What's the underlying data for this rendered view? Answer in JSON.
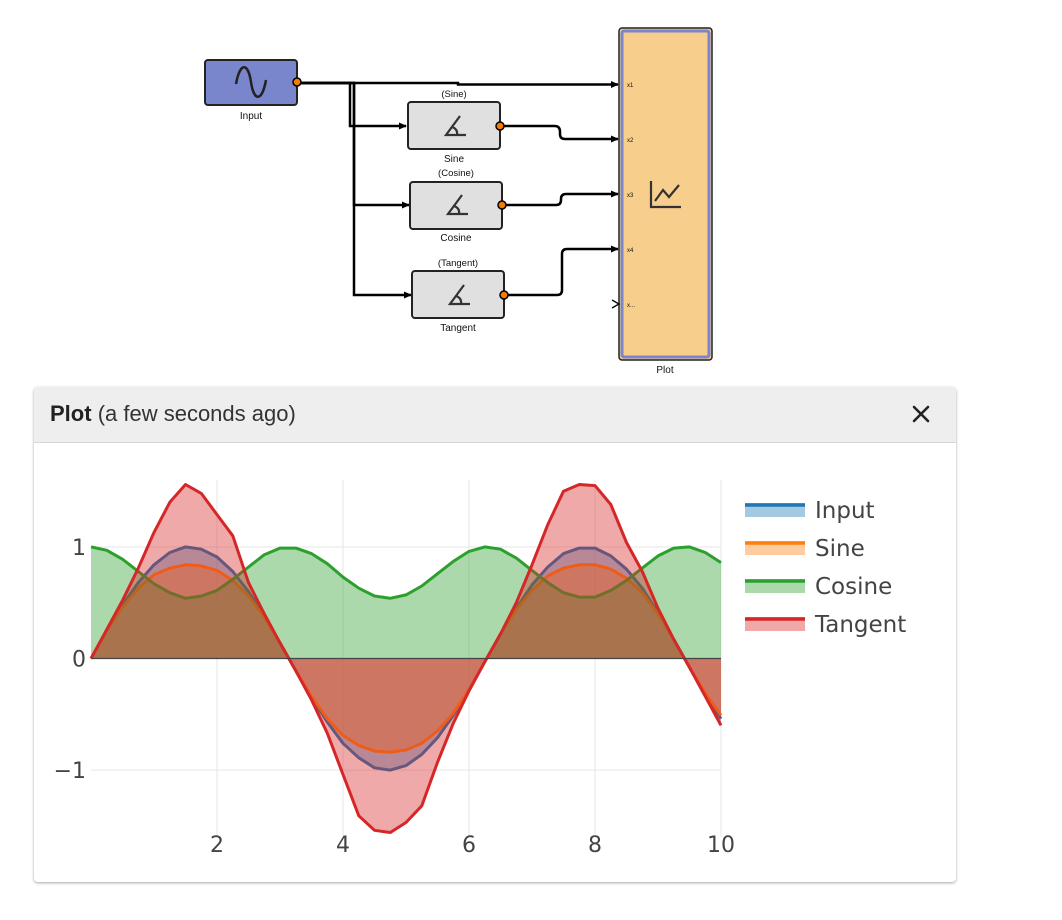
{
  "diagram": {
    "blocks": {
      "input": {
        "label": "Input",
        "icon": "sine-wave-icon",
        "color": "#7986cb"
      },
      "sine": {
        "title": "(Sine)",
        "label": "Sine",
        "icon": "angle-icon",
        "color": "#e0e0e0"
      },
      "cosine": {
        "title": "(Cosine)",
        "label": "Cosine",
        "icon": "angle-icon",
        "color": "#e0e0e0"
      },
      "tangent": {
        "title": "(Tangent)",
        "label": "Tangent",
        "icon": "angle-icon",
        "color": "#e0e0e0"
      },
      "plot": {
        "label": "Plot",
        "icon": "line-chart-icon",
        "color": "#f7ce8b",
        "border_color": "#7986cb",
        "ports": [
          "x1",
          "x2",
          "x3",
          "x4",
          "x..."
        ]
      }
    }
  },
  "panel": {
    "title": "Plot",
    "subtitle": "(a few seconds ago)",
    "close_icon": "close-icon"
  },
  "chart_data": {
    "type": "area",
    "x_range": [
      0,
      10
    ],
    "y_range": [
      -1.6,
      1.6
    ],
    "x_ticks": [
      2,
      4,
      6,
      8,
      10
    ],
    "x_tick_labels": [
      "2",
      "4",
      "6",
      "8",
      "10"
    ],
    "y_ticks": [
      -1,
      0,
      1
    ],
    "y_tick_labels": [
      "−1",
      "0",
      "1"
    ],
    "grid": true,
    "legend_position": "top-right",
    "x": [
      0,
      0.25,
      0.5,
      0.75,
      1,
      1.25,
      1.5,
      1.75,
      2,
      2.25,
      2.5,
      2.75,
      3,
      3.25,
      3.5,
      3.75,
      4,
      4.25,
      4.5,
      4.75,
      5,
      5.25,
      5.5,
      5.75,
      6,
      6.25,
      6.5,
      6.75,
      7,
      7.25,
      7.5,
      7.75,
      8,
      8.25,
      8.5,
      8.75,
      9,
      9.25,
      9.5,
      9.75,
      10
    ],
    "series": [
      {
        "name": "Input",
        "color": "#1f77b4",
        "fill": "rgba(31,119,180,0.4)",
        "values": [
          0,
          0.25,
          0.48,
          0.68,
          0.84,
          0.95,
          1.0,
          0.98,
          0.91,
          0.78,
          0.6,
          0.38,
          0.14,
          -0.11,
          -0.35,
          -0.57,
          -0.76,
          -0.89,
          -0.98,
          -1.0,
          -0.96,
          -0.86,
          -0.71,
          -0.51,
          -0.28,
          -0.03,
          0.22,
          0.45,
          0.66,
          0.82,
          0.94,
          0.99,
          0.99,
          0.92,
          0.8,
          0.63,
          0.41,
          0.17,
          -0.08,
          -0.32,
          -0.54
        ]
      },
      {
        "name": "Sine",
        "color": "#ff7f0e",
        "fill": "rgba(255,127,14,0.4)",
        "values": [
          0,
          0.25,
          0.46,
          0.63,
          0.75,
          0.81,
          0.84,
          0.83,
          0.79,
          0.7,
          0.56,
          0.37,
          0.14,
          -0.11,
          -0.34,
          -0.54,
          -0.69,
          -0.78,
          -0.83,
          -0.84,
          -0.82,
          -0.76,
          -0.65,
          -0.49,
          -0.28,
          -0.03,
          0.22,
          0.44,
          0.61,
          0.74,
          0.81,
          0.84,
          0.84,
          0.8,
          0.72,
          0.59,
          0.4,
          0.17,
          -0.08,
          -0.31,
          -0.51
        ]
      },
      {
        "name": "Cosine",
        "color": "#2ca02c",
        "fill": "rgba(44,160,44,0.4)",
        "values": [
          1.0,
          0.97,
          0.89,
          0.78,
          0.67,
          0.59,
          0.54,
          0.56,
          0.61,
          0.71,
          0.82,
          0.93,
          0.99,
          0.99,
          0.94,
          0.85,
          0.73,
          0.63,
          0.56,
          0.54,
          0.57,
          0.65,
          0.76,
          0.87,
          0.96,
          1.0,
          0.98,
          0.9,
          0.79,
          0.68,
          0.59,
          0.55,
          0.55,
          0.61,
          0.7,
          0.81,
          0.92,
          0.99,
          1.0,
          0.95,
          0.86
        ]
      },
      {
        "name": "Tangent",
        "color": "#d62728",
        "fill": "rgba(214,39,40,0.4)",
        "values": [
          0,
          0.26,
          0.52,
          0.81,
          1.13,
          1.4,
          1.56,
          1.48,
          1.29,
          1.1,
          0.68,
          0.4,
          0.14,
          -0.11,
          -0.37,
          -0.67,
          -1.04,
          -1.41,
          -1.54,
          -1.56,
          -1.47,
          -1.32,
          -0.93,
          -0.58,
          -0.29,
          -0.03,
          0.22,
          0.5,
          0.84,
          1.2,
          1.5,
          1.56,
          1.55,
          1.38,
          1.04,
          0.78,
          0.45,
          0.17,
          -0.08,
          -0.34,
          -0.6
        ]
      }
    ]
  }
}
